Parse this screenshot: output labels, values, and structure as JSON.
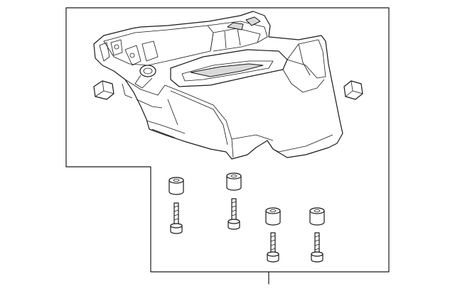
{
  "diagram": {
    "parts": [
      {
        "id": "console-body"
      },
      {
        "id": "clip-left"
      },
      {
        "id": "clip-right"
      },
      {
        "id": "spacer",
        "count": 4
      },
      {
        "id": "bolt",
        "count": 4
      }
    ]
  }
}
